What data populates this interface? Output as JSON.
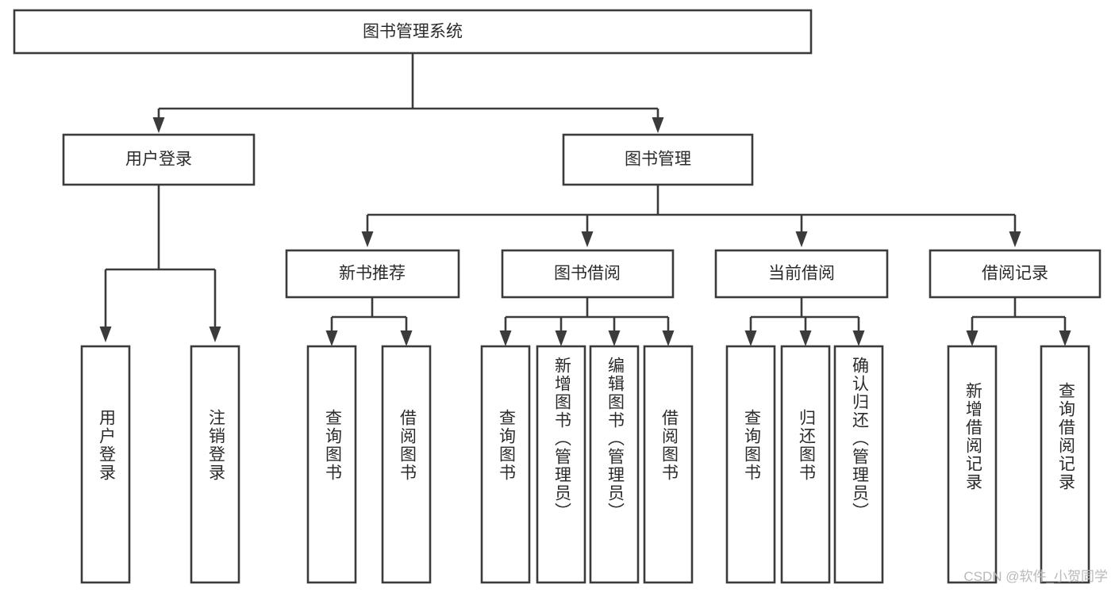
{
  "diagram": {
    "type": "tree-hierarchy",
    "orientation": "top-down",
    "title": "图书管理系统",
    "colors": {
      "box_stroke": "#3b3b3b",
      "box_fill": "#ffffff",
      "connector": "#3b3b3b",
      "text": "#2b2b2b",
      "watermark": "#b9b9b9",
      "background": "#ffffff"
    },
    "levels": [
      {
        "level": 0,
        "nodes": [
          {
            "id": "root",
            "label": "图书管理系统",
            "orientation": "horizontal"
          }
        ]
      },
      {
        "level": 1,
        "nodes": [
          {
            "id": "login",
            "label": "用户登录",
            "orientation": "horizontal",
            "parent": "root"
          },
          {
            "id": "bookmgmt",
            "label": "图书管理",
            "orientation": "horizontal",
            "parent": "root"
          }
        ]
      },
      {
        "level": 2,
        "nodes": [
          {
            "id": "newbook",
            "label": "新书推荐",
            "orientation": "horizontal",
            "parent": "bookmgmt"
          },
          {
            "id": "borrow",
            "label": "图书借阅",
            "orientation": "horizontal",
            "parent": "bookmgmt"
          },
          {
            "id": "current",
            "label": "当前借阅",
            "orientation": "horizontal",
            "parent": "bookmgmt"
          },
          {
            "id": "records",
            "label": "借阅记录",
            "orientation": "horizontal",
            "parent": "bookmgmt"
          }
        ]
      },
      {
        "level": 3,
        "nodes": [
          {
            "id": "leaf1",
            "label": "用户登录",
            "orientation": "vertical",
            "parent": "login"
          },
          {
            "id": "leaf2",
            "label": "注销登录",
            "orientation": "vertical",
            "parent": "login"
          },
          {
            "id": "leaf3",
            "label": "查询图书",
            "orientation": "vertical",
            "parent": "newbook"
          },
          {
            "id": "leaf4",
            "label": "借阅图书",
            "orientation": "vertical",
            "parent": "newbook"
          },
          {
            "id": "leaf5",
            "label": "查询图书",
            "orientation": "vertical",
            "parent": "borrow"
          },
          {
            "id": "leaf6",
            "label": "新增图书（管理员）",
            "orientation": "vertical",
            "parent": "borrow"
          },
          {
            "id": "leaf7",
            "label": "编辑图书（管理员）",
            "orientation": "vertical",
            "parent": "borrow"
          },
          {
            "id": "leaf8",
            "label": "借阅图书",
            "orientation": "vertical",
            "parent": "borrow"
          },
          {
            "id": "leaf9",
            "label": "查询图书",
            "orientation": "vertical",
            "parent": "current"
          },
          {
            "id": "leaf10",
            "label": "归还图书",
            "orientation": "vertical",
            "parent": "current"
          },
          {
            "id": "leaf11",
            "label": "确认归还（管理员）",
            "orientation": "vertical",
            "parent": "current"
          },
          {
            "id": "leaf12",
            "label": "新增借阅记录",
            "orientation": "vertical",
            "parent": "records"
          },
          {
            "id": "leaf13",
            "label": "查询借阅记录",
            "orientation": "vertical",
            "parent": "records"
          }
        ]
      }
    ]
  },
  "watermark": {
    "text": "CSDN @软件_小贺同学"
  }
}
